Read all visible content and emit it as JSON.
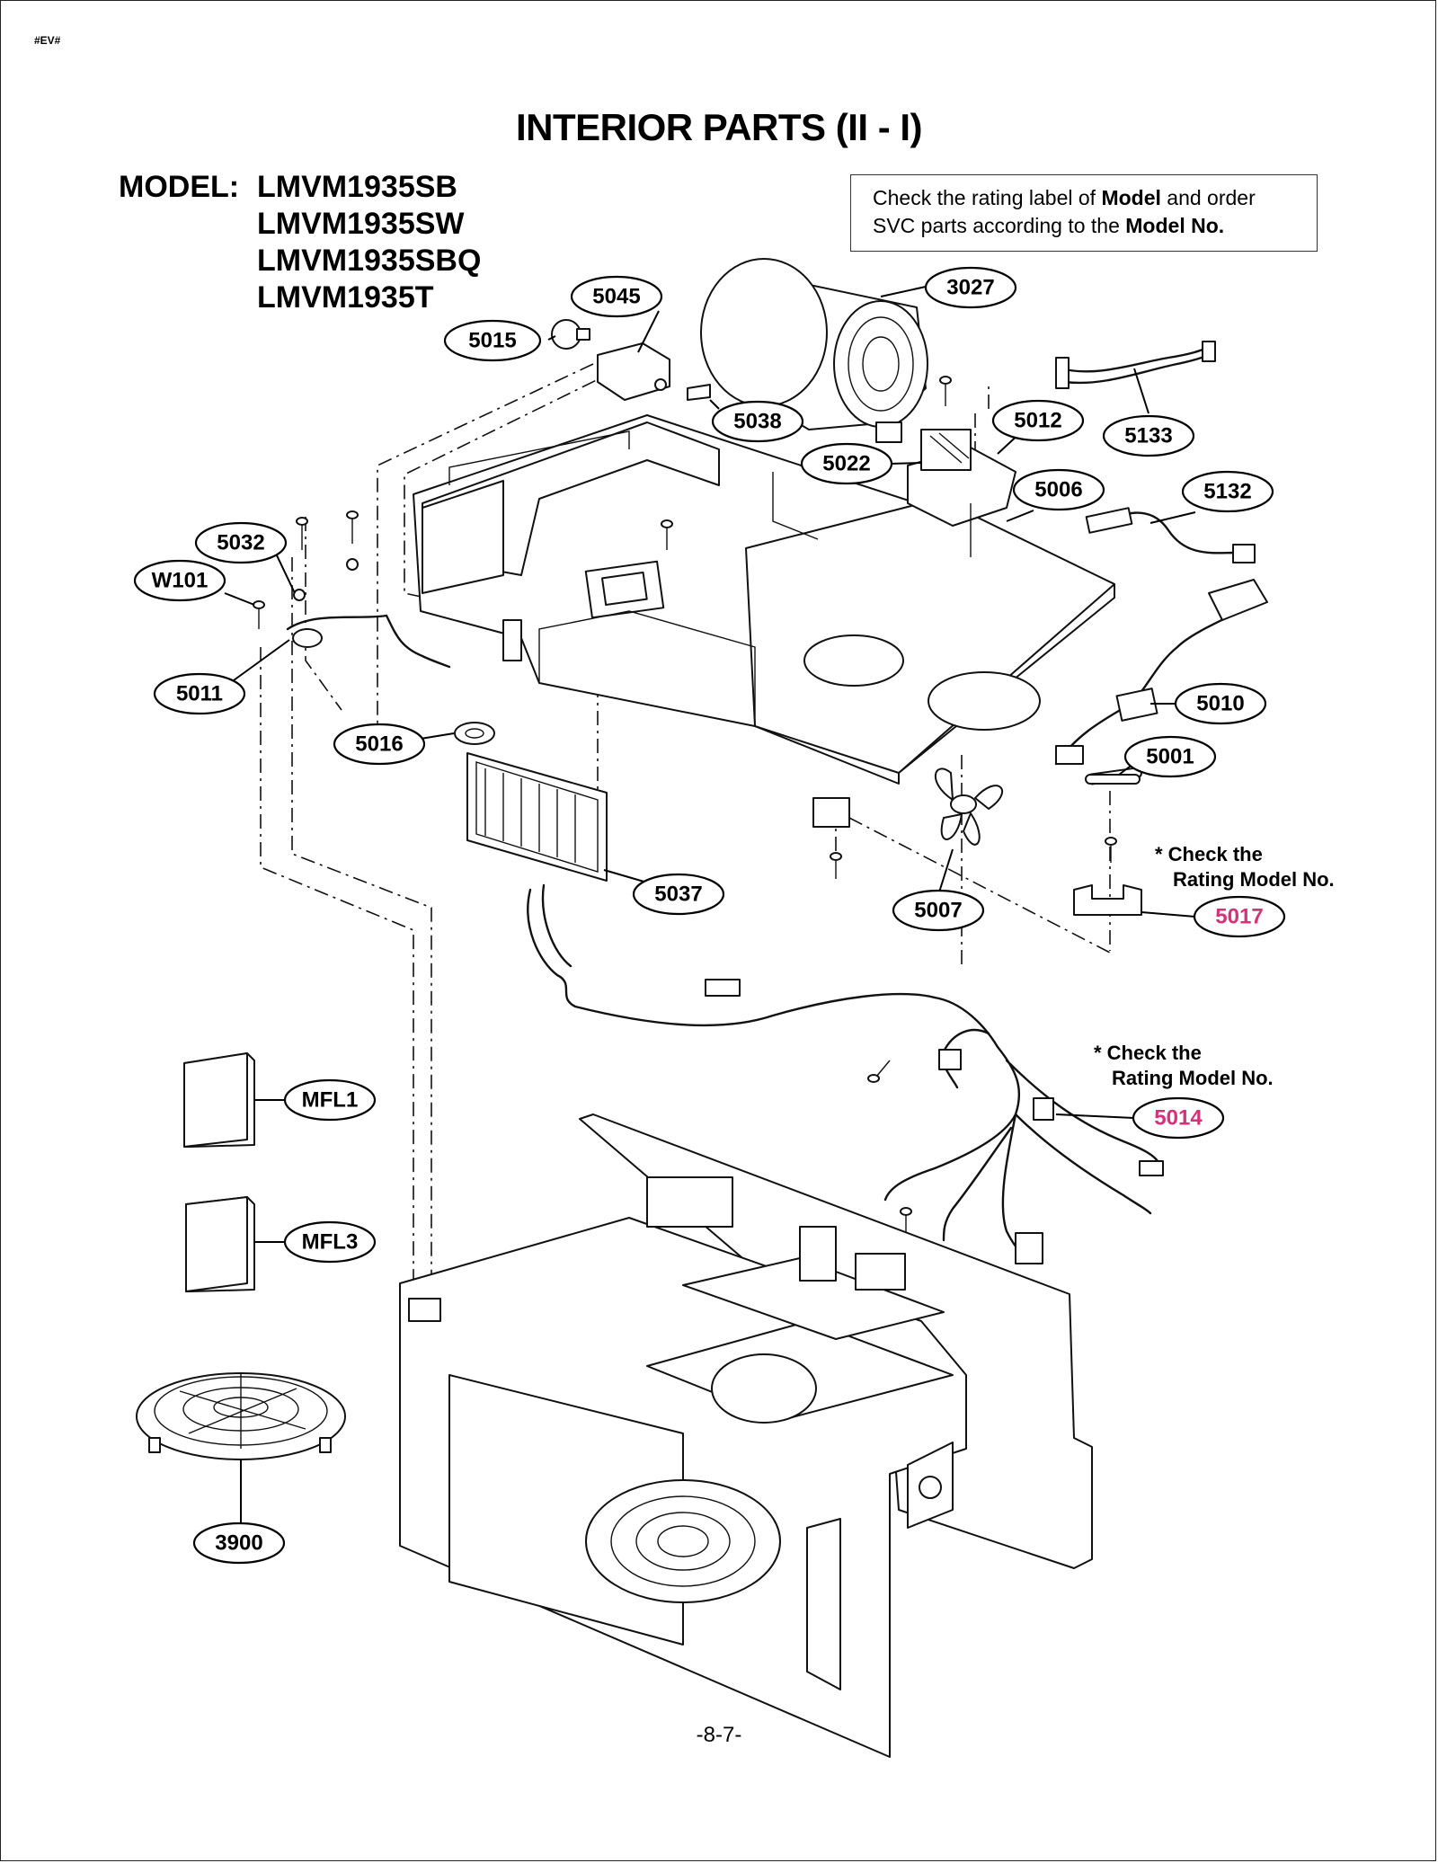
{
  "page_code": "#EV#",
  "title": "INTERIOR PARTS (II - I)",
  "model": {
    "label": "MODEL:",
    "numbers": [
      "LMVM1935SB",
      "LMVM1935SW",
      "LMVM1935SBQ",
      "LMVM1935T"
    ]
  },
  "notice": {
    "text_1": "Check the rating label of ",
    "bold_1": "Model",
    "text_2": " and order SVC parts according to the ",
    "bold_2": "Model No."
  },
  "check_notes": [
    {
      "line1": "* Check the",
      "line2": "Rating Model No."
    },
    {
      "line1": "* Check the",
      "line2": "Rating Model No."
    }
  ],
  "callouts": [
    "5045",
    "3027",
    "5015",
    "5038",
    "5012",
    "5133",
    "5022",
    "5006",
    "5132",
    "5032",
    "W101",
    "5011",
    "5016",
    "5010",
    "5001",
    "5037",
    "5007",
    "5017",
    "5014",
    "MFL1",
    "MFL3",
    "3900"
  ],
  "highlight_callouts": [
    "5017",
    "5014"
  ],
  "highlight_color": "#d6327a",
  "page_number": "-8-7-"
}
